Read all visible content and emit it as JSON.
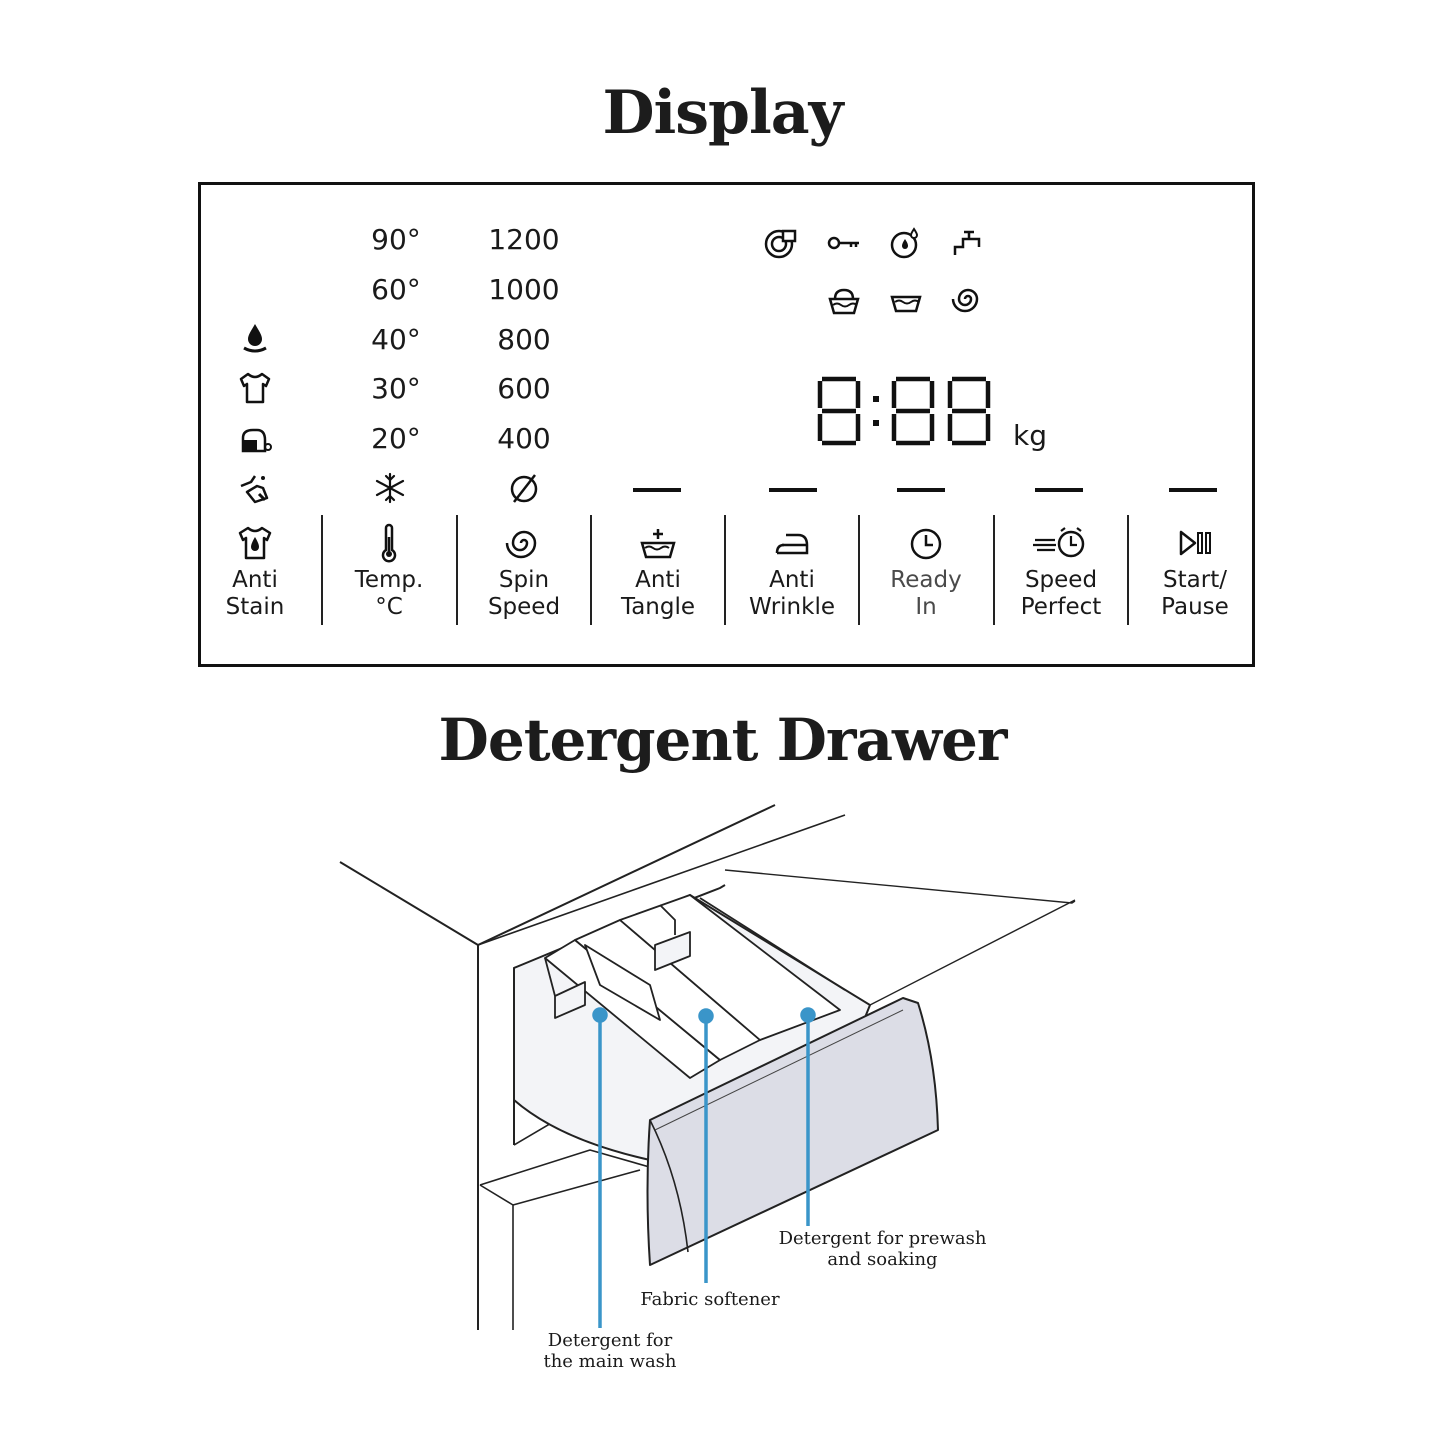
{
  "titles": {
    "display": "Display",
    "drawer": "Detergent Drawer"
  },
  "display": {
    "temperatures": [
      "90°",
      "60°",
      "40°",
      "30°",
      "20°"
    ],
    "spin_speeds": [
      "1200",
      "1000",
      "800",
      "600",
      "400"
    ],
    "seven_segment": "8:88",
    "unit": "kg",
    "buttons": [
      {
        "line1": "Anti",
        "line2": "Stain",
        "icon": "stain-shirt-icon"
      },
      {
        "line1": "Temp.",
        "line2": "°C",
        "icon": "thermometer-icon"
      },
      {
        "line1": "Spin",
        "line2": "Speed",
        "icon": "spin-spiral-icon"
      },
      {
        "line1": "Anti",
        "line2": "Tangle",
        "icon": "anti-tangle-tub-icon"
      },
      {
        "line1": "Anti",
        "line2": "Wrinkle",
        "icon": "iron-icon"
      },
      {
        "line1": "Ready",
        "line2": "In",
        "icon": "clock-icon"
      },
      {
        "line1": "Speed",
        "line2": "Perfect",
        "icon": "speed-clock-icon"
      },
      {
        "line1": "Start/",
        "line2": "Pause",
        "icon": "play-pause-icon"
      }
    ],
    "status_icons": [
      "drum-clean-icon",
      "key-lock-icon",
      "stain-drum-icon",
      "tap-icon",
      "prewash-tub-icon",
      "rinse-tub-icon",
      "spin-icon"
    ],
    "stain_icons": [
      "blood-drop-icon",
      "shirt-icon",
      "grass-icon",
      "hand-wash-icon"
    ]
  },
  "drawer": {
    "callouts": {
      "main_wash": [
        "Detergent for",
        "the main wash"
      ],
      "softener": "Fabric softener",
      "prewash": [
        "Detergent for prewash",
        "and soaking"
      ]
    },
    "accent_color": "#3a95c9"
  }
}
